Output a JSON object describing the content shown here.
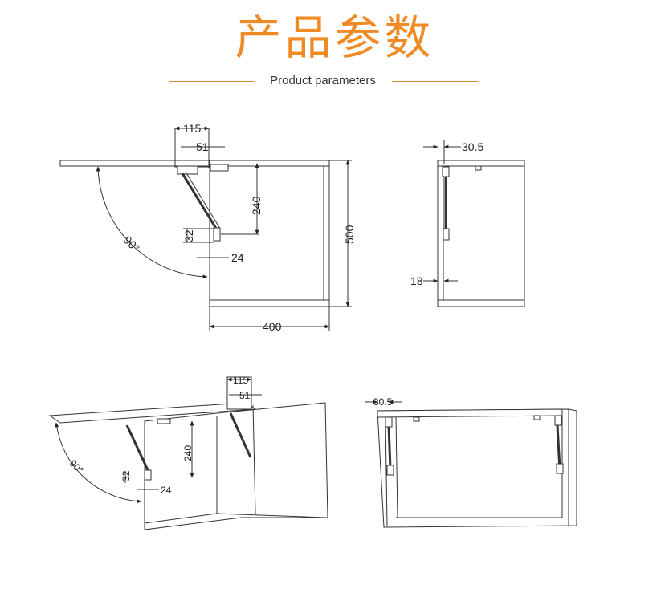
{
  "header": {
    "title": "产品参数",
    "subtitle": "Product parameters",
    "accent_color": "#f08a24",
    "line_color": "#d9892a"
  },
  "drawings": {
    "side_view_open": {
      "dim_115": "115",
      "dim_51": "51",
      "dim_240": "240",
      "dim_32": "32",
      "dim_24": "24",
      "dim_500": "500",
      "dim_400": "400",
      "angle": "90°"
    },
    "front_view": {
      "dim_30_5": "30.5",
      "dim_18": "18"
    },
    "perspective_open": {
      "dim_115": "115",
      "dim_51": "51",
      "dim_240": "240",
      "dim_32": "32",
      "dim_24": "24",
      "angle": "90°"
    },
    "perspective_closed": {
      "dim_30_5": "30.5"
    }
  }
}
